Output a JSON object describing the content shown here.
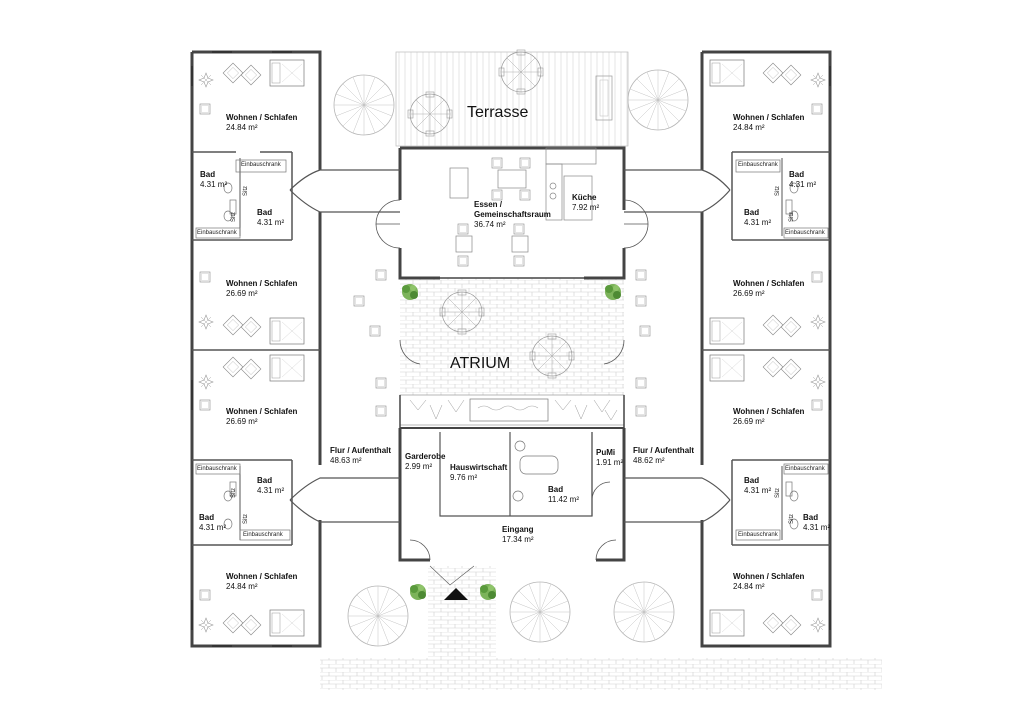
{
  "labels": {
    "terrace": "Terrasse",
    "atrium": "ATRIUM",
    "built_in_cabinet": "Einbauschrank",
    "seat": "Sitz"
  },
  "rooms": {
    "living_top_left": {
      "name": "Wohnen / Schlafen",
      "area": "24.84 m²"
    },
    "living_top_right": {
      "name": "Wohnen / Schlafen",
      "area": "24.84 m²"
    },
    "living_2_left": {
      "name": "Wohnen / Schlafen",
      "area": "26.69 m²"
    },
    "living_2_right": {
      "name": "Wohnen / Schlafen",
      "area": "26.69 m²"
    },
    "living_3_left": {
      "name": "Wohnen / Schlafen",
      "area": "26.69 m²"
    },
    "living_3_right": {
      "name": "Wohnen / Schlafen",
      "area": "26.69 m²"
    },
    "living_bottom_left": {
      "name": "Wohnen / Schlafen",
      "area": "24.84 m²"
    },
    "living_bottom_right": {
      "name": "Wohnen / Schlafen",
      "area": "24.84 m²"
    },
    "bath_tl_a": {
      "name": "Bad",
      "area": "4.31 m²"
    },
    "bath_tl_b": {
      "name": "Bad",
      "area": "4.31 m²"
    },
    "bath_tr_a": {
      "name": "Bad",
      "area": "4.31 m²"
    },
    "bath_tr_b": {
      "name": "Bad",
      "area": "4.31 m²"
    },
    "bath_bl_a": {
      "name": "Bad",
      "area": "4.31 m²"
    },
    "bath_bl_b": {
      "name": "Bad",
      "area": "4.31 m²"
    },
    "bath_br_a": {
      "name": "Bad",
      "area": "4.31 m²"
    },
    "bath_br_b": {
      "name": "Bad",
      "area": "4.31 m²"
    },
    "dining": {
      "name_line1": "Essen /",
      "name_line2": "Gemeinschaftsraum",
      "area": "36.74 m²"
    },
    "kitchen": {
      "name": "Küche",
      "area": "7.92 m²"
    },
    "hall_left": {
      "name": "Flur / Aufenthalt",
      "area": "48.63 m²"
    },
    "hall_right": {
      "name": "Flur / Aufenthalt",
      "area": "48.62 m²"
    },
    "cloakroom": {
      "name": "Garderobe",
      "area": "2.99 m²"
    },
    "utility": {
      "name": "Hauswirtschaft",
      "area": "9.76 m²"
    },
    "bath_central": {
      "name": "Bad",
      "area": "11.42 m²"
    },
    "pumi": {
      "name": "PuMi",
      "area": "1.91 m²"
    },
    "entrance": {
      "name": "Eingang",
      "area": "17.34 m²"
    }
  },
  "colors": {
    "wall": "#444444",
    "line": "#555555",
    "faint": "#aaaaaa",
    "plant": "#6aa84f"
  }
}
